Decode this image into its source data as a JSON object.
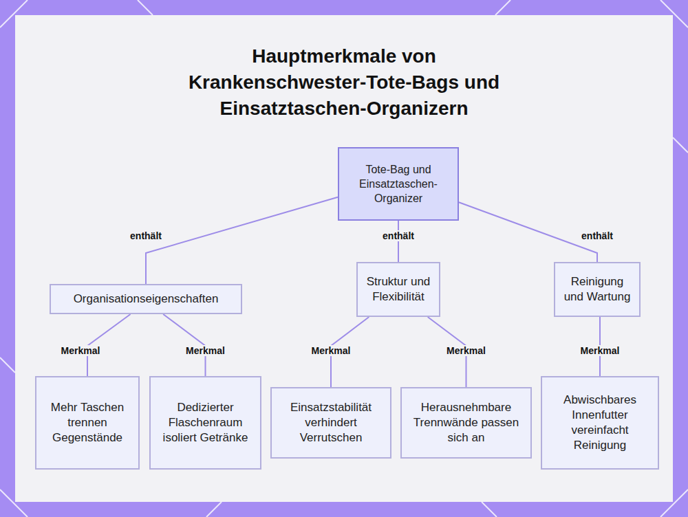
{
  "diagram": {
    "title": "Hauptmerkmale von Krankenschwester-Tote-Bags und Einsatztaschen-Organizern",
    "nodes": [
      {
        "text": [
          "Tote-Bag und Einsatztaschen-Organizer"
        ]
      },
      {
        "text": [
          "Organisationseigenschaften"
        ]
      },
      {
        "text": [
          "Struktur und Flexibilität"
        ]
      },
      {
        "text": [
          "Reinigung und Wartung"
        ]
      },
      {
        "text": [
          "Mehr Taschen trennen Gegenstände"
        ]
      },
      {
        "text": [
          "Dedizierter Flaschenraum isoliert Getränke"
        ]
      },
      {
        "text": [
          "Einsatzstabilität verhindert Verrutschen"
        ]
      },
      {
        "text": [
          "Herausnehmbare Trennwände passen sich an"
        ]
      },
      {
        "text": [
          "Abwischbares Innenfutter vereinfacht Reinigung"
        ]
      }
    ],
    "edges": [
      {
        "from": 0,
        "to": 1,
        "label": "enthält",
        "arrow": "none"
      },
      {
        "from": 0,
        "to": 2,
        "label": "enthält",
        "arrow": "none"
      },
      {
        "from": 0,
        "to": 3,
        "label": "enthält",
        "arrow": "none"
      },
      {
        "from": 1,
        "to": 4,
        "label": "Merkmal",
        "arrow": "none"
      },
      {
        "from": 1,
        "to": 5,
        "label": "Merkmal",
        "arrow": "none"
      },
      {
        "from": 2,
        "to": 6,
        "label": "Merkmal",
        "arrow": "none"
      },
      {
        "from": 2,
        "to": 7,
        "label": "Merkmal",
        "arrow": "none"
      },
      {
        "from": 3,
        "to": 8,
        "label": "Merkmal",
        "arrow": "none"
      }
    ]
  }
}
